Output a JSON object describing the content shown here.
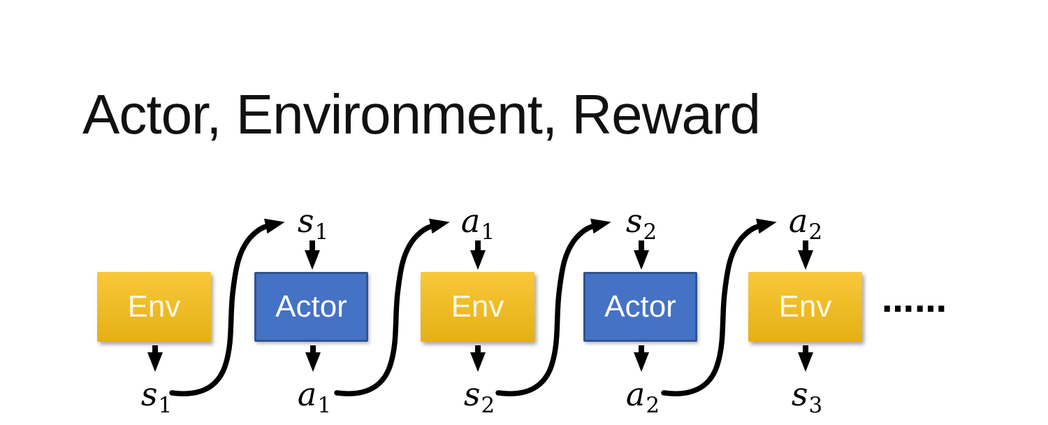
{
  "title": "Actor, Environment, Reward",
  "boxes": [
    {
      "label": "Env"
    },
    {
      "label": "Actor"
    },
    {
      "label": "Env"
    },
    {
      "label": "Actor"
    },
    {
      "label": "Env"
    }
  ],
  "top_labels": [
    {
      "base": "s",
      "sub": "1"
    },
    {
      "base": "a",
      "sub": "1"
    },
    {
      "base": "s",
      "sub": "2"
    },
    {
      "base": "a",
      "sub": "2"
    }
  ],
  "bottom_labels": [
    {
      "base": "s",
      "sub": "1"
    },
    {
      "base": "a",
      "sub": "1"
    },
    {
      "base": "s",
      "sub": "2"
    },
    {
      "base": "a",
      "sub": "2"
    },
    {
      "base": "s",
      "sub": "3"
    }
  ],
  "ellipsis": "……",
  "colors": {
    "env_top": "#F9C83B",
    "env_bottom": "#E5B014",
    "env_text": "#FDF8E3",
    "actor_fill": "#4472C4",
    "actor_border": "#2F548F",
    "arrow": "#000000"
  }
}
